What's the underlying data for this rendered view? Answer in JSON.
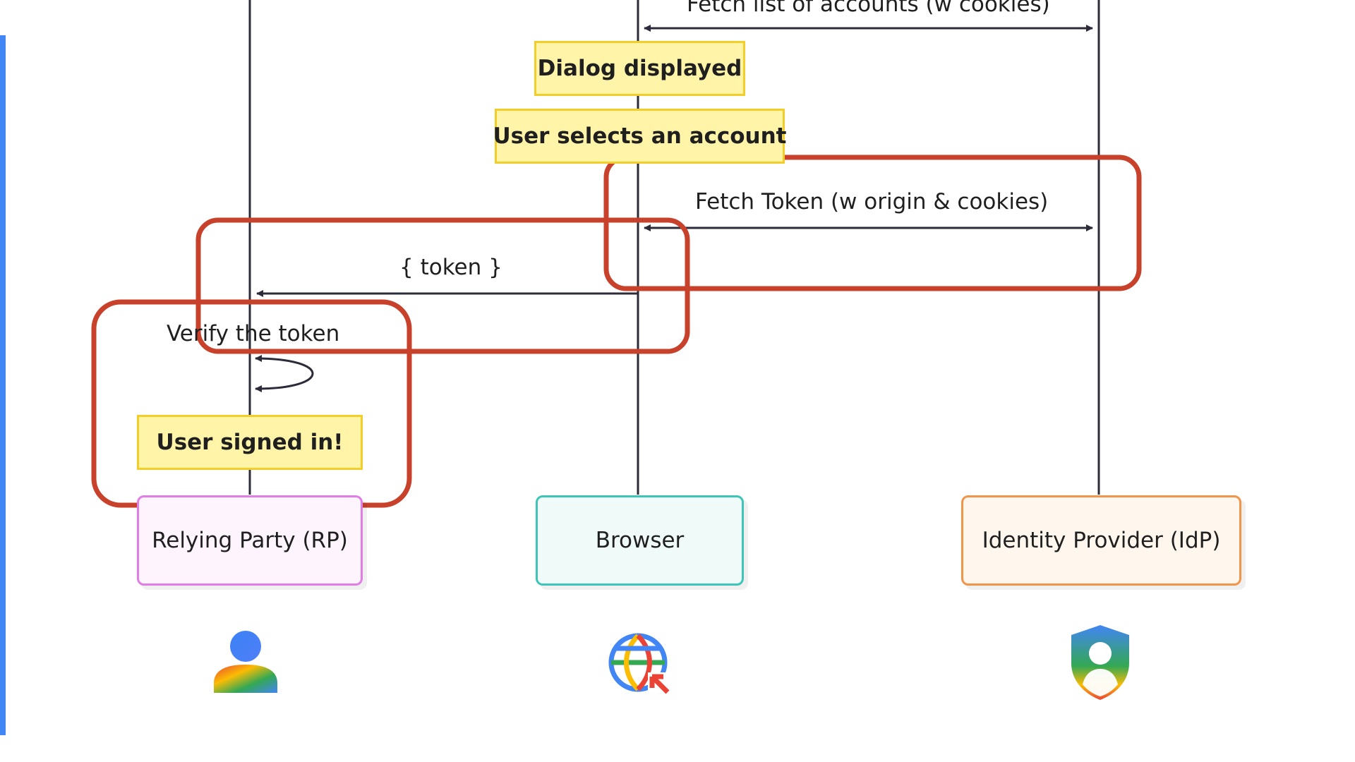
{
  "actors": [
    {
      "id": "rp",
      "label": "Relying Party (RP)",
      "border": "#e07ee6",
      "fill": "#fdf4fd",
      "icon": "person-icon"
    },
    {
      "id": "browser",
      "label": "Browser",
      "border": "#3ec5b7",
      "fill": "#f0fbf9",
      "icon": "globe-cursor-icon"
    },
    {
      "id": "idp",
      "label": "Identity Provider (IdP)",
      "border": "#f0954a",
      "fill": "#fff7ee",
      "icon": "shield-person-icon"
    }
  ],
  "messages": [
    {
      "id": "fetch_accounts",
      "label": "Fetch list of accounts (w cookies)",
      "from": "browser",
      "to": "idp",
      "bidirectional": true
    },
    {
      "id": "fetch_token",
      "label": "Fetch Token (w origin & cookies)",
      "from": "browser",
      "to": "idp",
      "bidirectional": true
    },
    {
      "id": "token",
      "label": "{ token }",
      "from": "browser",
      "to": "rp",
      "bidirectional": false
    },
    {
      "id": "verify",
      "label": "Verify the token",
      "from": "rp",
      "to": "rp",
      "self": true
    }
  ],
  "notes": [
    {
      "id": "dialog",
      "label": "Dialog displayed"
    },
    {
      "id": "select",
      "label": "User selects an account"
    },
    {
      "id": "signed_in",
      "label": "User signed in!"
    }
  ],
  "colors": {
    "lifeline": "#2b2b3a",
    "note_fill": "#fff4a8",
    "note_border": "#f3cd2a",
    "highlight": "#c8412b",
    "accent_bar": "#4285f4"
  }
}
